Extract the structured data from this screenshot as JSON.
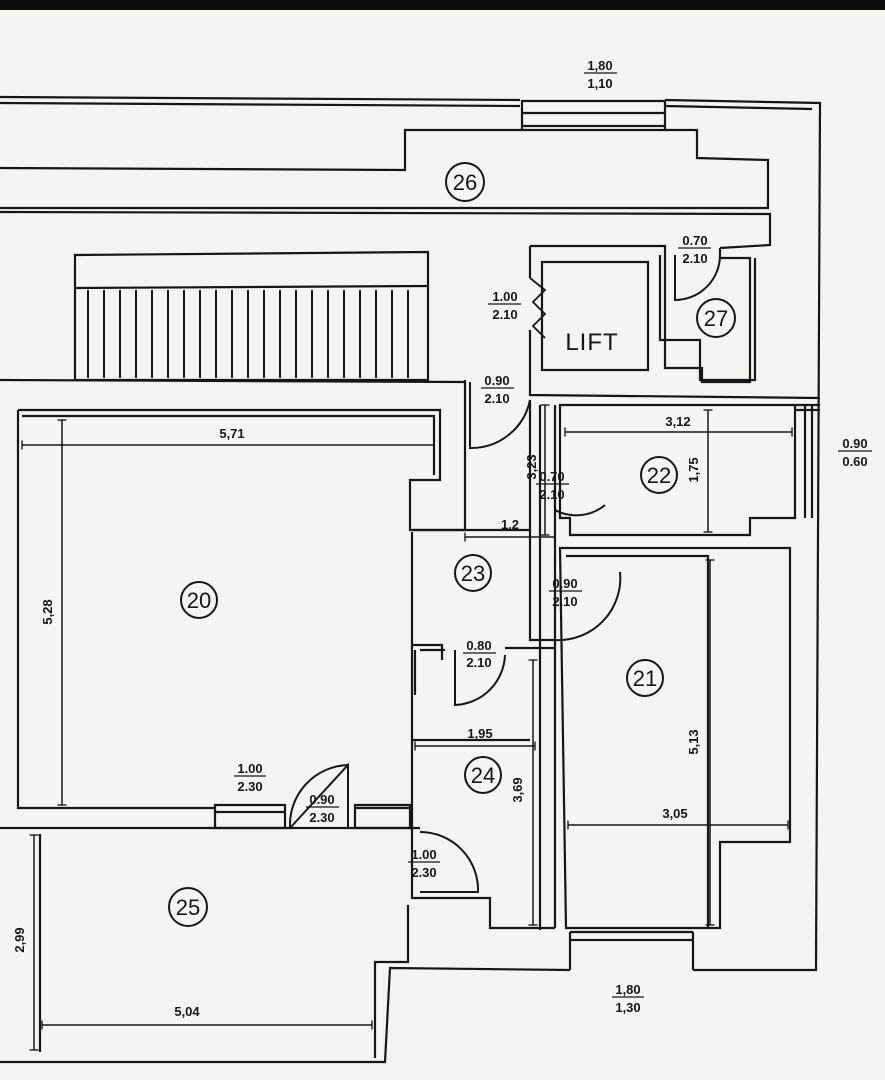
{
  "rooms": [
    {
      "id": "20",
      "num": "20"
    },
    {
      "id": "21",
      "num": "21"
    },
    {
      "id": "22",
      "num": "22"
    },
    {
      "id": "23",
      "num": "23"
    },
    {
      "id": "24",
      "num": "24"
    },
    {
      "id": "25",
      "num": "25"
    },
    {
      "id": "26",
      "num": "26"
    },
    {
      "id": "27",
      "num": "27"
    }
  ],
  "lift_label": "LIFT",
  "dimensions": {
    "r20_width": "5,71",
    "r20_height": "5,28",
    "r22_width": "3,12",
    "r22_height": "1,75",
    "corridor_height": "3,23",
    "corridor_width": "1,2",
    "r24_width": "1,95",
    "r24_height": "3,69",
    "r21_height": "5,13",
    "r21_width": "3,05",
    "r25_height": "2,99",
    "r25_width": "5,04"
  },
  "openings": {
    "top_window": {
      "w": "1,80",
      "h": "1,10"
    },
    "lift_door": {
      "w": "1.00",
      "h": "2.10"
    },
    "r27_door": {
      "w": "0.70",
      "h": "2.10"
    },
    "corridor_door": {
      "w": "0.90",
      "h": "2.10"
    },
    "r22_door": {
      "w": "0.70",
      "h": "2.10"
    },
    "right_window": {
      "w": "0.90",
      "h": "0.60"
    },
    "r21_door": {
      "w": "0.90",
      "h": "2.10"
    },
    "r24_door": {
      "w": "0.80",
      "h": "2.10"
    },
    "r20_window": {
      "w": "1.00",
      "h": "2.30"
    },
    "r20_door": {
      "w": "0.90",
      "h": "2.30"
    },
    "r25_door": {
      "w": "1.00",
      "h": "2.30"
    },
    "bottom_window": {
      "w": "1,80",
      "h": "1,30"
    }
  }
}
